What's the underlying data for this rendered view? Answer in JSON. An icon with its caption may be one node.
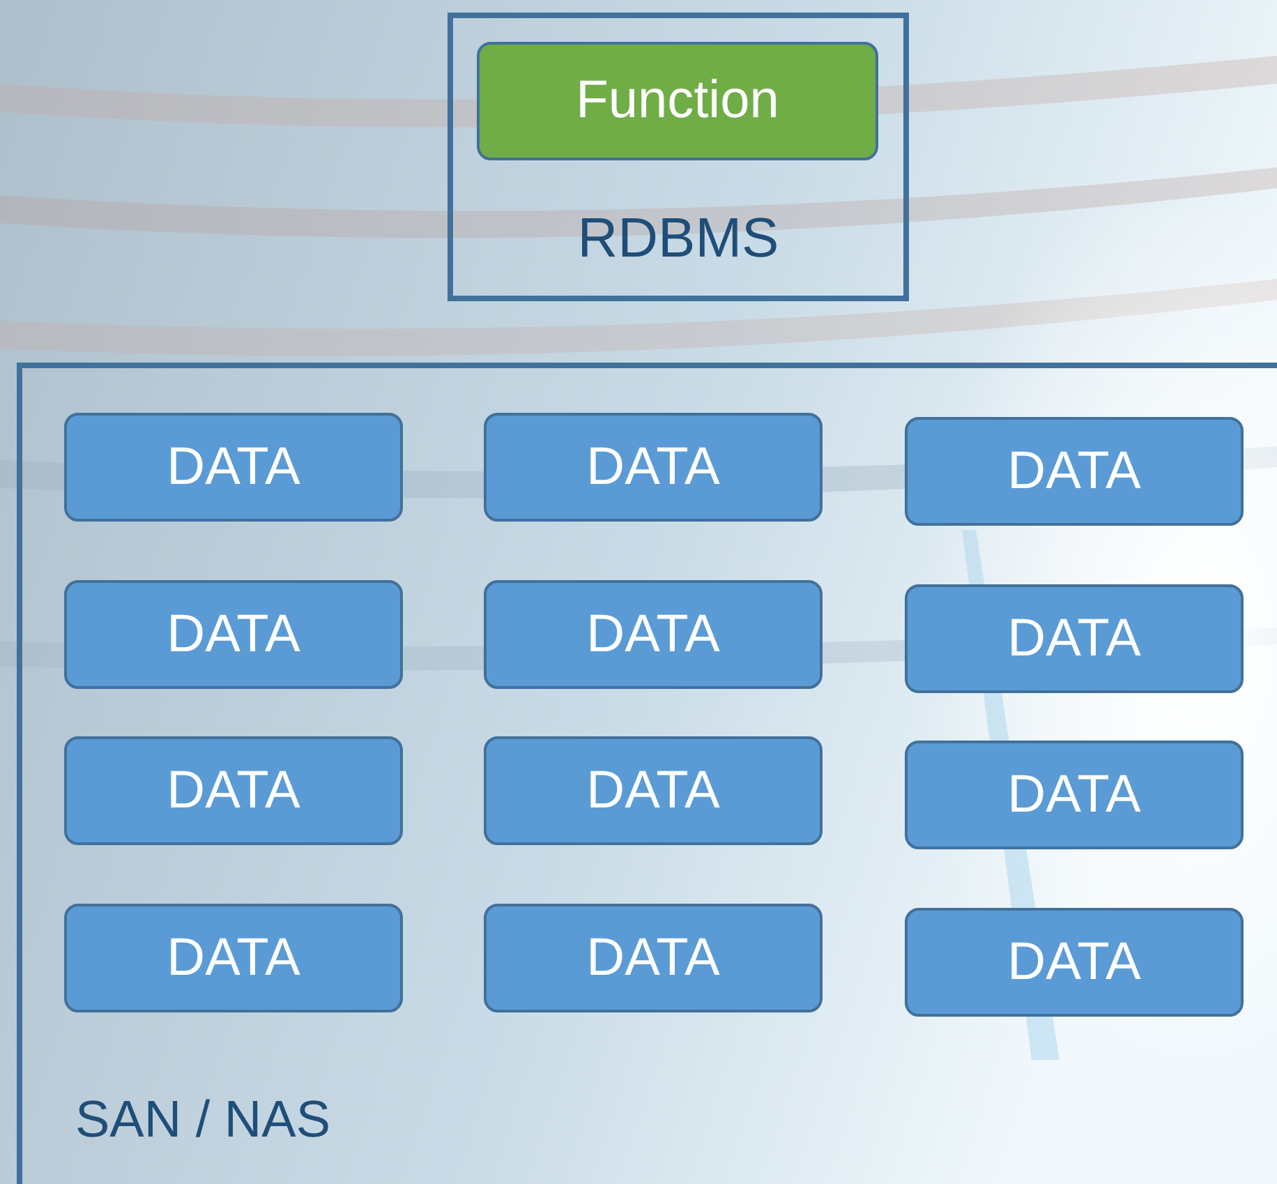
{
  "diagram": {
    "nodes": [
      {
        "text": [
          "RDBMS"
        ]
      },
      {
        "text": [
          "Function"
        ],
        "in": 0
      },
      {
        "text": [
          "SAN / NAS"
        ]
      },
      {
        "text": [
          "DATA"
        ],
        "in": 2
      },
      {
        "text": [
          "DATA"
        ],
        "in": 2
      },
      {
        "text": [
          "DATA"
        ],
        "in": 2
      },
      {
        "text": [
          "DATA"
        ],
        "in": 2
      },
      {
        "text": [
          "DATA"
        ],
        "in": 2
      },
      {
        "text": [
          "DATA"
        ],
        "in": 2
      },
      {
        "text": [
          "DATA"
        ],
        "in": 2
      },
      {
        "text": [
          "DATA"
        ],
        "in": 2
      },
      {
        "text": [
          "DATA"
        ],
        "in": 2
      },
      {
        "text": [
          "DATA"
        ],
        "in": 2
      },
      {
        "text": [
          "DATA"
        ],
        "in": 2
      },
      {
        "text": [
          "DATA"
        ],
        "in": 2
      }
    ],
    "edges": []
  }
}
